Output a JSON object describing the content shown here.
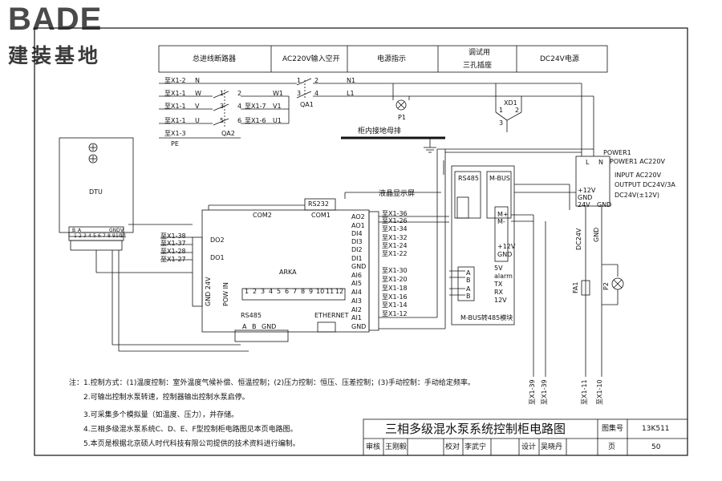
{
  "logo": {
    "main": "BADE",
    "sub": "建装基地"
  },
  "header_cells": [
    "总进线断路器",
    "AC220V输入空开",
    "电源指示",
    "调试用",
    "三孔插座",
    "DC24V电源"
  ],
  "inputs": [
    {
      "src": "至X1-2",
      "phase": "N"
    },
    {
      "src": "至X1-1",
      "phase": "W"
    },
    {
      "src": "至X1-1",
      "phase": "V"
    },
    {
      "src": "至X1-1",
      "phase": "U"
    },
    {
      "src": "至X1-3",
      "phase": "PE"
    }
  ],
  "breakers": {
    "qa2": "QA2",
    "qa1": "QA1",
    "pins": [
      "1",
      "2",
      "3",
      "4",
      "5",
      "6",
      "1",
      "2",
      "3",
      "4"
    ],
    "w1": "W1",
    "v1": "V1",
    "u1": "U1",
    "x17": "至X1-7",
    "x16": "至X1-6",
    "n1": "N1",
    "l1": "L1"
  },
  "components": {
    "p1": "P1",
    "xd1": "XD1",
    "xd_pins": [
      "1",
      "2",
      "3"
    ],
    "ground_bar": "柜内接地母排",
    "power1_title": "POWER1",
    "power1_ac": "POWER1 AC220V",
    "power1_spec": [
      "INPUT AC220V",
      "OUTPUT DC24V/3A",
      "DC24V(±12V)"
    ],
    "power1_terms": [
      "L",
      "N",
      "+12V",
      "GND",
      "24V",
      "GND"
    ],
    "dc24v": "DC24V",
    "gnd": "GND",
    "fa1": "FA1",
    "p2": "P2"
  },
  "dtu": {
    "label": "DTU",
    "terminals": [
      "1",
      "2",
      "3",
      "4",
      "5",
      "6",
      "7",
      "8",
      "9",
      "10",
      "11"
    ],
    "ports": [
      "B",
      "A",
      "GND",
      "V"
    ]
  },
  "arka": {
    "label": "ARKA",
    "com2": "COM2",
    "com1": "COM1",
    "rs232": "RS232",
    "lcd": "液晶显示屏",
    "do_ports": [
      {
        "src": "至X1-38",
        "name": "DO2"
      },
      {
        "src": "至X1-37",
        "name": ""
      },
      {
        "src": "至X1-28",
        "name": "DO1"
      },
      {
        "src": "至X1-27",
        "name": ""
      }
    ],
    "gnd24v": "GND 24V",
    "pow_in": "POW IN",
    "numbers": [
      "1",
      "2",
      "3",
      "4",
      "5",
      "6",
      "7",
      "8",
      "9",
      "10",
      "11",
      "12"
    ],
    "rs485": "RS485",
    "rs485_pins": [
      "A",
      "B",
      "GND"
    ],
    "ethernet": "ETHERNET",
    "right_pins": [
      {
        "pin": "AO2",
        "to": "至X1-36"
      },
      {
        "pin": "AO1",
        "to": "至X1-26"
      },
      {
        "pin": "DI4",
        "to": "至X1-34"
      },
      {
        "pin": "DI3",
        "to": "至X1-32"
      },
      {
        "pin": "DI2",
        "to": "至X1-24"
      },
      {
        "pin": "DI1",
        "to": "至X1-22"
      },
      {
        "pin": "GND",
        "to": ""
      },
      {
        "pin": "AI6",
        "to": "至X1-30"
      },
      {
        "pin": "AI5",
        "to": "至X1-20"
      },
      {
        "pin": "AI4",
        "to": "至X1-18"
      },
      {
        "pin": "AI3",
        "to": "至X1-16"
      },
      {
        "pin": "AI2",
        "to": "至X1-14"
      },
      {
        "pin": "AI1",
        "to": "至X1-12"
      },
      {
        "pin": "GND",
        "to": ""
      }
    ]
  },
  "mbus": {
    "rs485": "RS485",
    "mbus": "M-BUS",
    "pins_left": [
      "A",
      "B",
      "A",
      "B"
    ],
    "pins_right": [
      "M+",
      "M-",
      "+12V",
      "GND"
    ],
    "leds": [
      "5V",
      "alarm",
      "TX",
      "RX",
      "12V"
    ],
    "title": "M-BUS转485模块"
  },
  "bottom_vertical": [
    "至X1-39",
    "至X1-39",
    "至X1-11",
    "至X1-10"
  ],
  "notes": [
    "注：1.控制方式：(1)温度控制：室外温度气候补偿、恒温控制；(2)压力控制：恒压、压差控制；(3)手动控制：手动给定频率。",
    "2.可输出控制水泵转速，控制器输出控制水泵启停。",
    "3.可采集多个模拟量（如温度、压力），并存储。",
    "4.三相多级混水泵系统C、D、E、F型控制柜电路图见本页电路图。",
    "5.本页是根据北京硕人时代科技有限公司提供的技术资料进行编制。"
  ],
  "title_block": {
    "title": "三相多级混水泵系统控制柜电路图",
    "atlas_label": "图集号",
    "atlas_no": "13K511",
    "review_label": "审核",
    "reviewer": "王刚毅",
    "check_label": "校对",
    "checker": "李武宁",
    "design_label": "设计",
    "designer": "吴晓丹",
    "page_label": "页",
    "page_no": "50"
  }
}
